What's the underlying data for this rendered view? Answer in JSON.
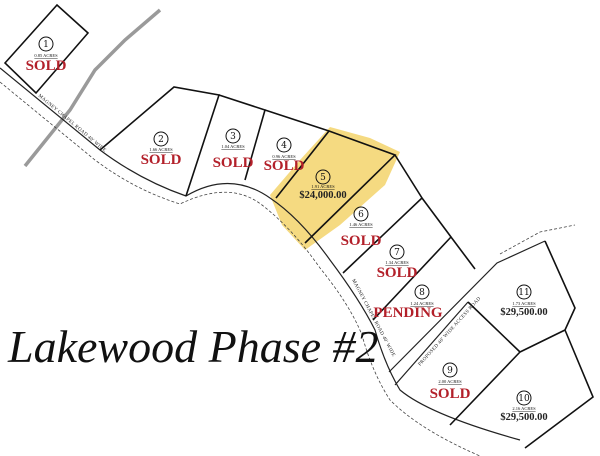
{
  "title": "Lakewood Phase #2",
  "roads": {
    "main": "MAGNEY CHAPEL ROAD 40' WIDE",
    "access": "PROPOSED 40' WIDE ACCESS ROAD"
  },
  "colors": {
    "highlight": "#f3d36b",
    "sold": "#b3202a"
  },
  "lots": [
    {
      "number": "1",
      "acres": "0.85 ACRES",
      "status": "SOLD",
      "price": ""
    },
    {
      "number": "2",
      "acres": "1.66 ACRES",
      "status": "SOLD",
      "price": ""
    },
    {
      "number": "3",
      "acres": "1.04 ACRES",
      "status": "SOLD",
      "price": ""
    },
    {
      "number": "4",
      "acres": "0.96 ACRES",
      "status": "SOLD",
      "price": ""
    },
    {
      "number": "5",
      "acres": "1.91 ACRES",
      "status": "",
      "price": "$24,000.00",
      "highlighted": true
    },
    {
      "number": "6",
      "acres": "1.46 ACRES",
      "status": "SOLD",
      "price": ""
    },
    {
      "number": "7",
      "acres": "1.34 ACRES",
      "status": "SOLD",
      "price": ""
    },
    {
      "number": "8",
      "acres": "1.24 ACRES",
      "status": "PENDING",
      "price": ""
    },
    {
      "number": "9",
      "acres": "2.00 ACRES",
      "status": "SOLD",
      "price": ""
    },
    {
      "number": "10",
      "acres": "2.16 ACRES",
      "status": "",
      "price": "$29,500.00"
    },
    {
      "number": "11",
      "acres": "1.73 ACRES",
      "status": "",
      "price": "$29,500.00"
    }
  ]
}
